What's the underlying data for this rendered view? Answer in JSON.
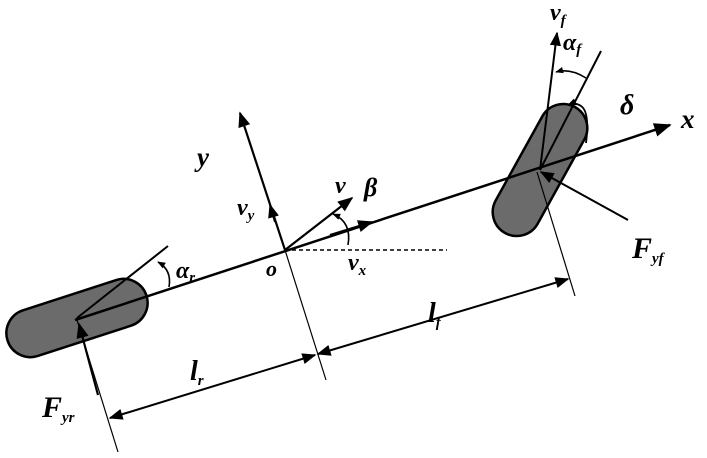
{
  "labels": {
    "x": "x",
    "y": "y",
    "origin": "o",
    "v": "v",
    "beta": "β",
    "vy": {
      "main": "v",
      "sub": "y"
    },
    "vx": {
      "main": "v",
      "sub": "x"
    },
    "vf": {
      "main": "v",
      "sub": "f"
    },
    "alpha_f": {
      "main": "α",
      "sub": "f"
    },
    "alpha_r": {
      "main": "α",
      "sub": "r"
    },
    "delta": "δ",
    "lf": {
      "main": "l",
      "sub": "f"
    },
    "lr": {
      "main": "l",
      "sub": "r"
    },
    "Fyf": {
      "main": "F",
      "sub": "yf"
    },
    "Fyr": {
      "main": "F",
      "sub": "yr"
    }
  },
  "colors": {
    "wheel": "#6b6b6b",
    "line": "#000000"
  }
}
